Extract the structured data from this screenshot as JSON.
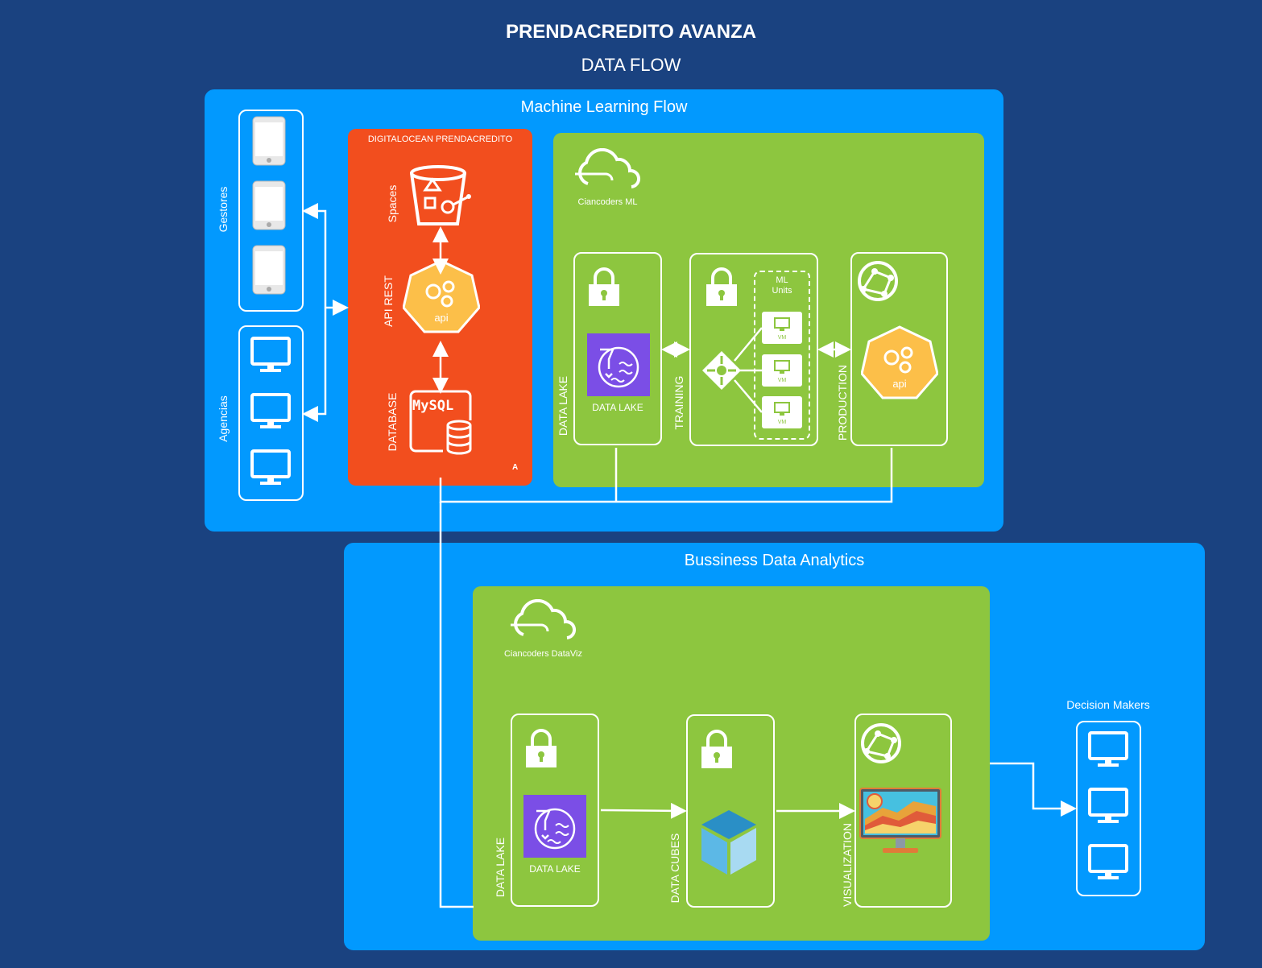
{
  "header": {
    "title": "PRENDACREDITO AVANZA",
    "subtitle": "DATA FLOW"
  },
  "ml": {
    "title": "Machine Learning Flow",
    "users": {
      "gestores": "Gestores",
      "agencias": "Agencias"
    },
    "cloud": {
      "title": "DIGITALOCEAN PRENDACREDITO",
      "spaces": "Spaces",
      "api_rest": "API REST",
      "database": "DATABASE",
      "mysql": "MySQL",
      "api": "api",
      "corner": "A"
    },
    "ciancoders": {
      "name": "Ciancoders ML",
      "data_lake_label": "DATA LAKE",
      "data_lake_icon": "DATA LAKE",
      "training": "TRAINING",
      "ml_units": "ML\nUnits",
      "vm": "VM",
      "production": "PRODUCTION",
      "api": "api"
    }
  },
  "bda": {
    "title": "Bussiness Data Analytics",
    "ciancoders": {
      "name": "Ciancoders DataViz",
      "data_lake_label": "DATA LAKE",
      "data_lake_icon": "DATA LAKE",
      "data_cubes": "DATA CUBES",
      "visualization": "VISUALIZATION"
    },
    "decision_makers": "Decision Makers"
  },
  "colors": {
    "background": "#1a4280",
    "panel": "#0299fe",
    "green": "#8dc63f",
    "orange": "#f24e1e",
    "purple": "#7b4ee6",
    "api_yellow": "#fcbf49"
  }
}
